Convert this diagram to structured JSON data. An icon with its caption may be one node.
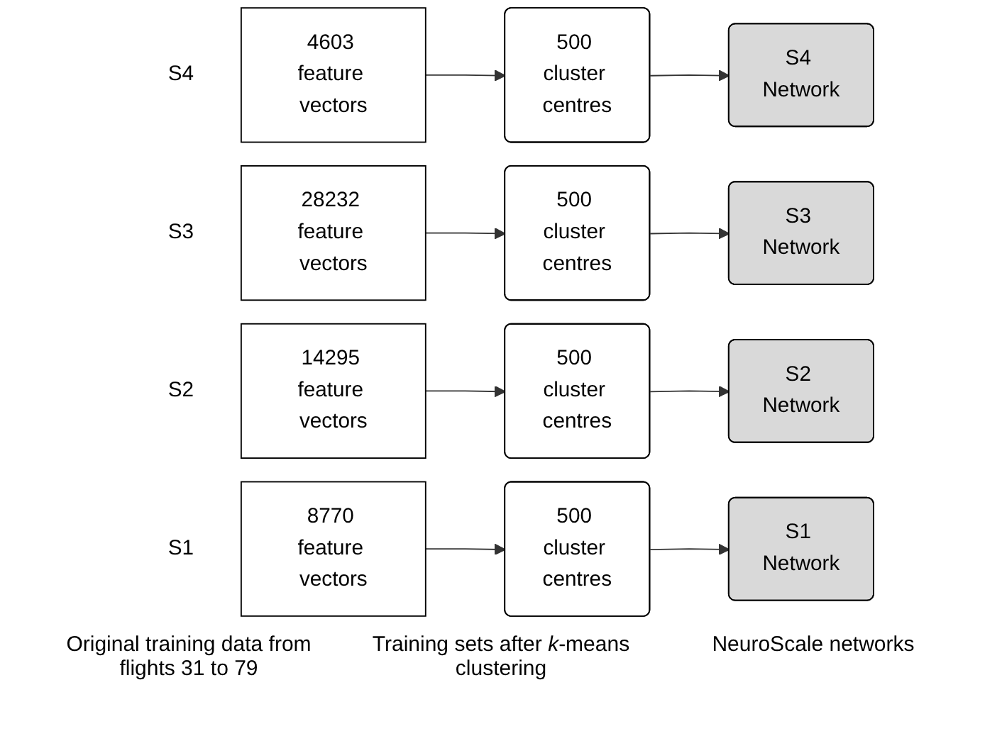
{
  "diagram": {
    "nodes": [
      {
        "text": [
          "4603 feature vectors"
        ],
        "beside": [
          "S4"
        ]
      },
      {
        "text": [
          "28232 feature vectors"
        ],
        "beside": [
          "S3"
        ]
      },
      {
        "text": [
          "14295 feature vectors"
        ],
        "beside": [
          "S2"
        ]
      },
      {
        "text": [
          "8770 feature vectors"
        ],
        "beside": [
          "S1"
        ]
      },
      {
        "text": [
          "500 cluster centres"
        ]
      },
      {
        "text": [
          "500 cluster centres"
        ]
      },
      {
        "text": [
          "500 cluster centres"
        ]
      },
      {
        "text": [
          "500 cluster centres"
        ]
      },
      {
        "text": [
          "S4 Network"
        ]
      },
      {
        "text": [
          "S3 Network"
        ]
      },
      {
        "text": [
          "S2 Network"
        ]
      },
      {
        "text": [
          "S1 Network"
        ]
      }
    ],
    "edges": [
      {
        "from": 0,
        "to": 4,
        "arrow": "to"
      },
      {
        "from": 1,
        "to": 5,
        "arrow": "to"
      },
      {
        "from": 2,
        "to": 6,
        "arrow": "to"
      },
      {
        "from": 3,
        "to": 7,
        "arrow": "to"
      },
      {
        "from": 4,
        "to": 8,
        "arrow": "to"
      },
      {
        "from": 5,
        "to": 9,
        "arrow": "to"
      },
      {
        "from": 6,
        "to": 10,
        "arrow": "to"
      },
      {
        "from": 7,
        "to": 11,
        "arrow": "to"
      }
    ],
    "labels": [
      "Original training data from flights 31 to 79",
      "Training sets after *k*-means clustering",
      "NeuroScale networks"
    ]
  }
}
